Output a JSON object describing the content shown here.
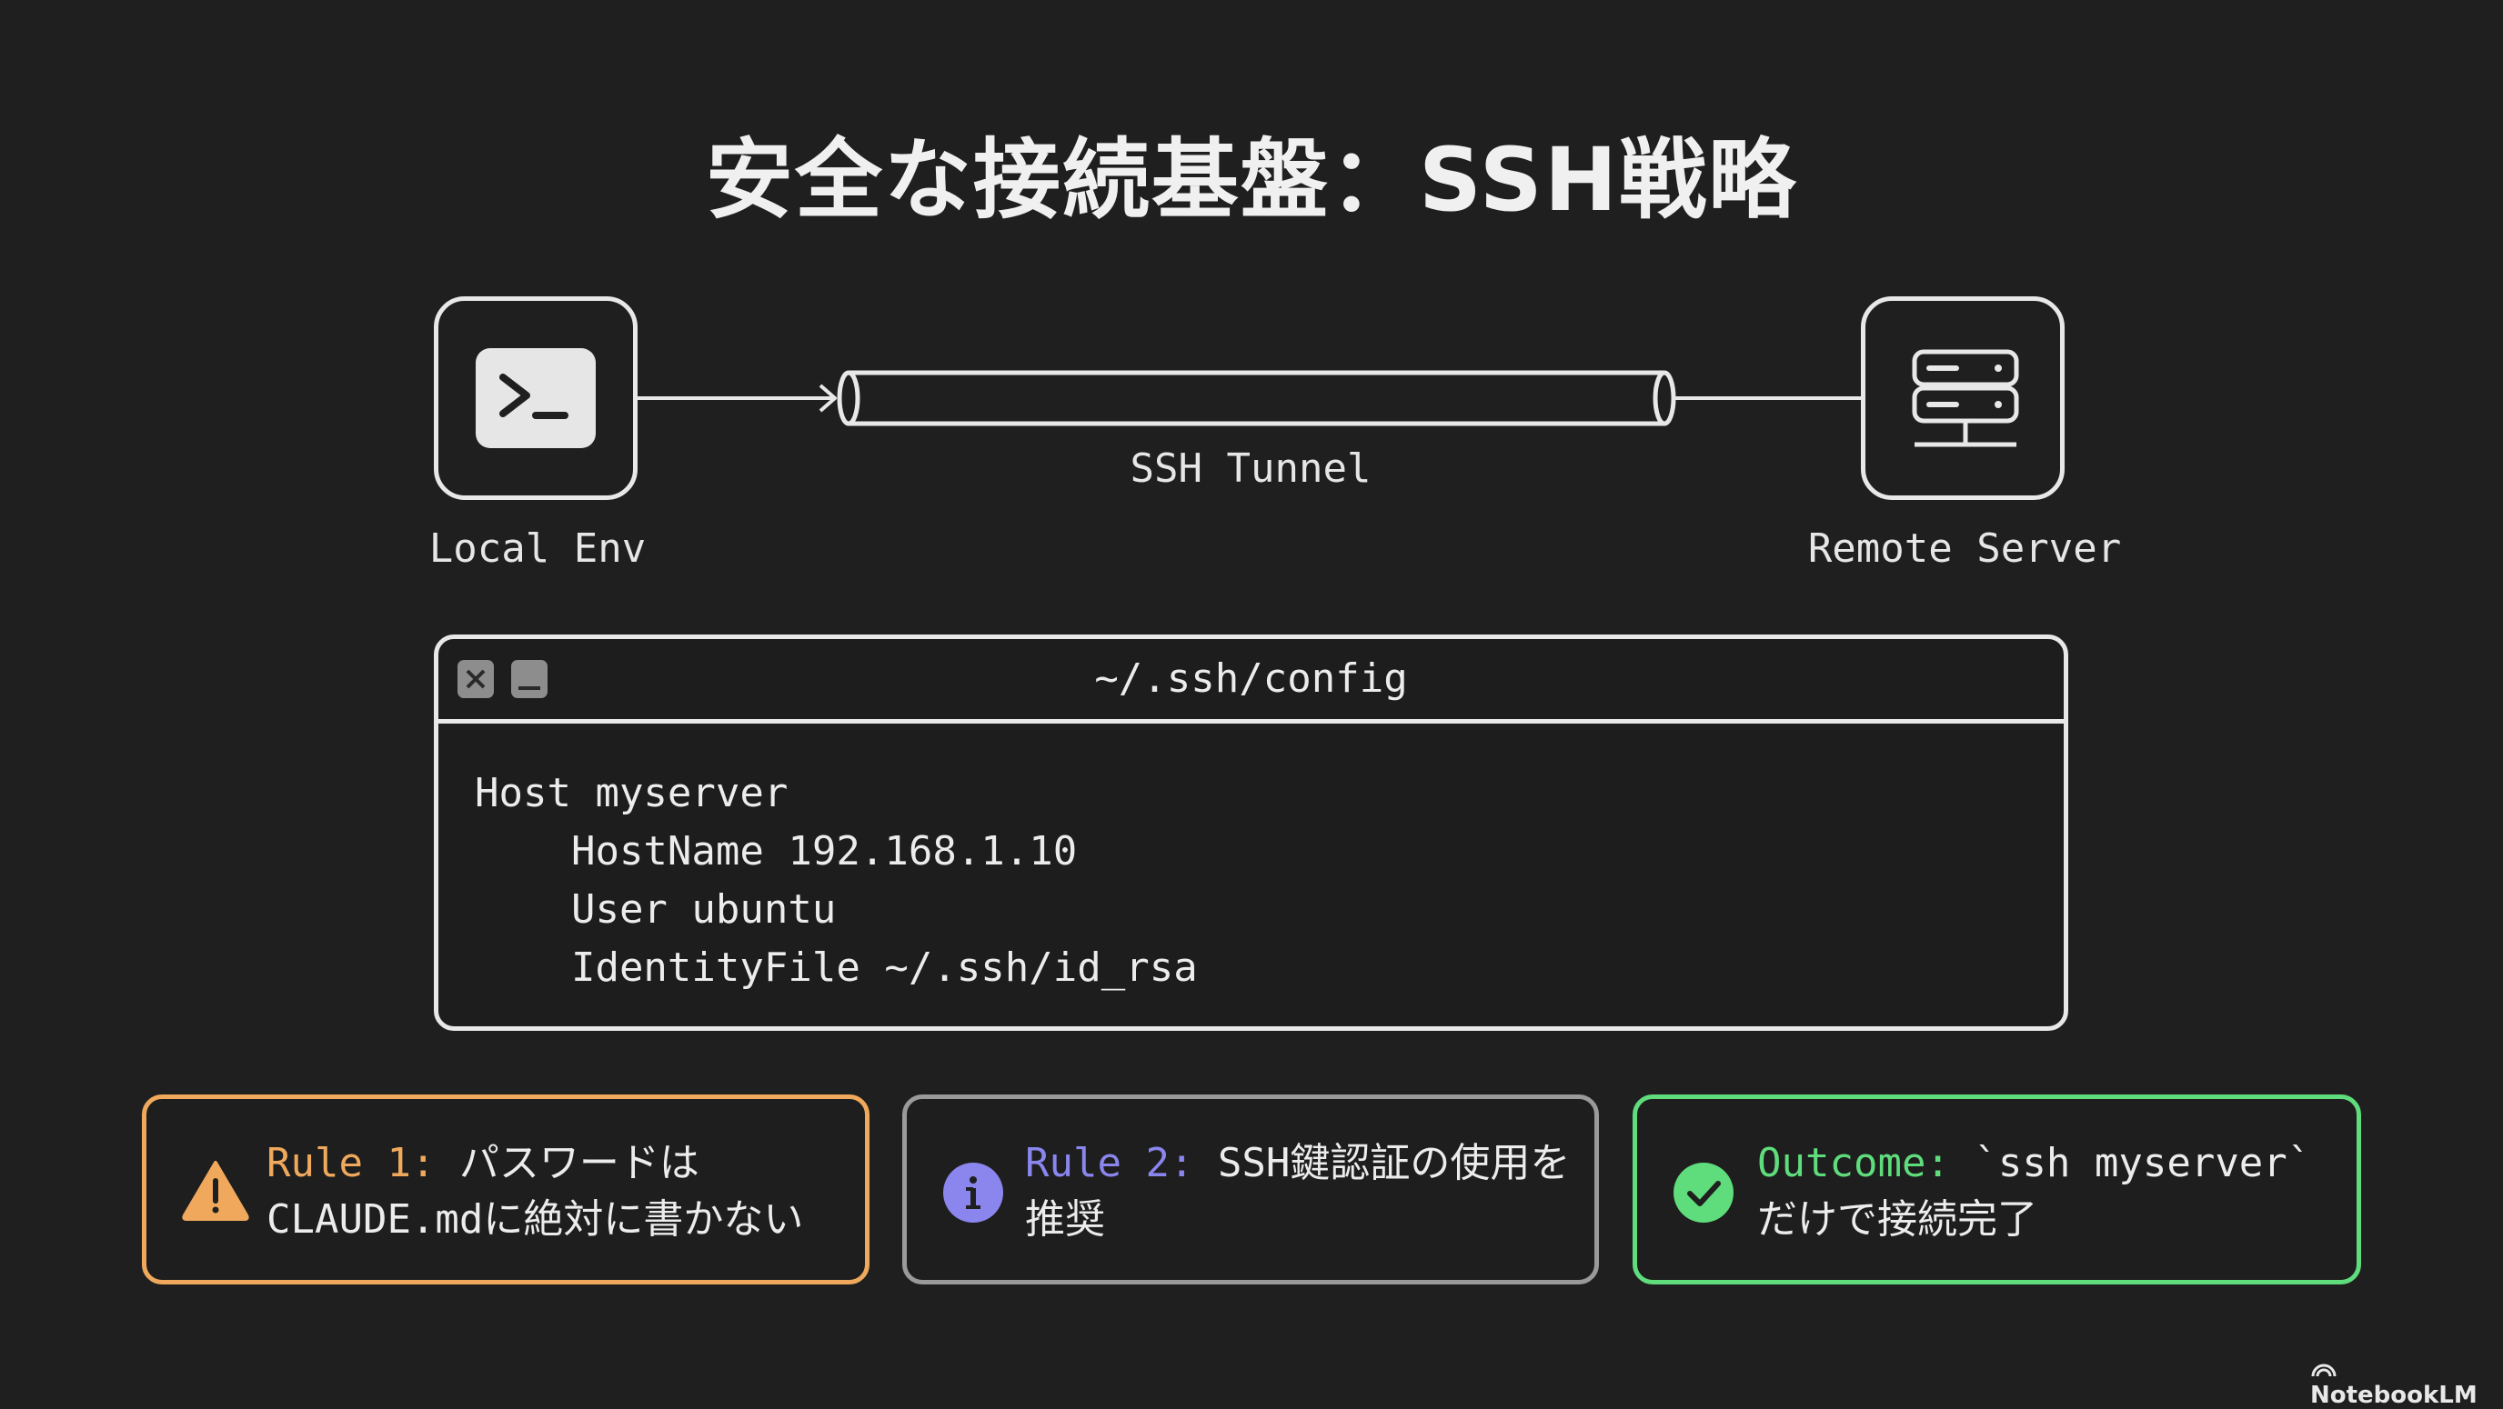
{
  "title": "安全な接続基盤：SSH戦略",
  "diagram": {
    "local": {
      "label": "Local Env",
      "icon": "terminal-icon"
    },
    "tunnel": {
      "label": "SSH Tunnel"
    },
    "remote": {
      "label": "Remote Server",
      "icon": "server-icon"
    }
  },
  "config_window": {
    "title": "~/.ssh/config",
    "buttons": [
      "close",
      "minimize"
    ],
    "lines": [
      "Host myserver",
      "    HostName 192.168.1.10",
      "    User ubuntu",
      "    IdentityFile ~/.ssh/id_rsa"
    ]
  },
  "cards": [
    {
      "icon": "warning-icon",
      "key": "Rule 1:",
      "line1": " パスワードは",
      "line2": "CLAUDE.mdに絶対に書かない",
      "color": "#f0a95c"
    },
    {
      "icon": "info-icon",
      "key": "Rule 2:",
      "line1": " SSH鍵認証の使用を",
      "line2": "推奨",
      "color": "#8a86ee"
    },
    {
      "icon": "check-icon",
      "key": "Outcome:",
      "line1": " `ssh myserver`",
      "line2": "だけで接続完了",
      "color": "#5fdc7c"
    }
  ],
  "watermark": "NotebookLM",
  "colors": {
    "background": "#1f1f1f",
    "foreground": "#ececec",
    "card_border_neutral": "#9a9a9a"
  }
}
